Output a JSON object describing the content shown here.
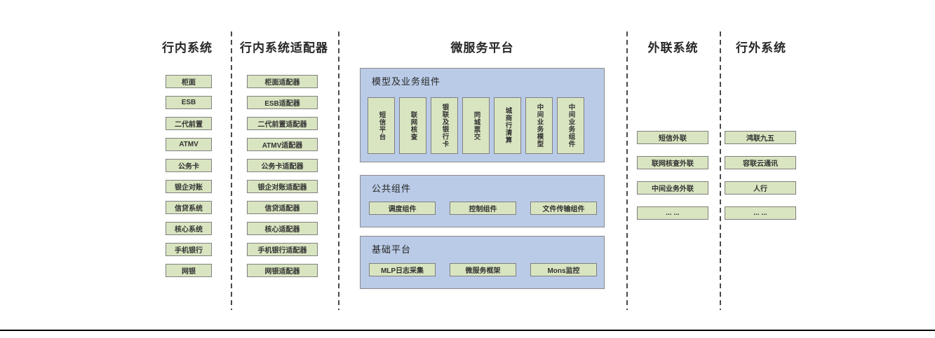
{
  "columns": [
    {
      "title": "行内系统",
      "items": [
        "柜面",
        "ESB",
        "二代前置",
        "ATMV",
        "公务卡",
        "银企对账",
        "信贷系统",
        "核心系统",
        "手机银行",
        "网银"
      ]
    },
    {
      "title": "行内系统适配器",
      "items": [
        "柜面适配器",
        "ESB适配器",
        "二代前置适配器",
        "ATMV适配器",
        "公务卡适配器",
        "银企对账适配器",
        "信贷适配器",
        "核心适配器",
        "手机银行适配器",
        "网银适配器"
      ]
    },
    {
      "title": "微服务平台",
      "panels": [
        {
          "label": "模型及业务组件",
          "items": [
            "短信平台",
            "联网核查",
            "银联及银行卡",
            "同城票交",
            "城商行清算",
            "中间业务模型",
            "中间业务组件"
          ]
        },
        {
          "label": "公共组件",
          "items": [
            "调度组件",
            "控制组件",
            "文件传输组件"
          ]
        },
        {
          "label": "基础平台",
          "items": [
            "MLP日志采集",
            "微服务框架",
            "Mons监控"
          ]
        }
      ]
    },
    {
      "title": "外联系统",
      "items": [
        "短信外联",
        "联网核查外联",
        "中间业务外联",
        "... ..."
      ]
    },
    {
      "title": "行外系统",
      "items": [
        "鸿联九五",
        "容联云通讯",
        "人行",
        "... ..."
      ]
    }
  ],
  "colors": {
    "box_fill": "#d9e5c1",
    "box_border": "#7f7f7f",
    "box_text": "#333333",
    "panel_fill": "#bacbe7",
    "panel_border": "#8a8a8a",
    "divider": "#4a4a4a",
    "text": "#262626",
    "rule": "#000000"
  }
}
